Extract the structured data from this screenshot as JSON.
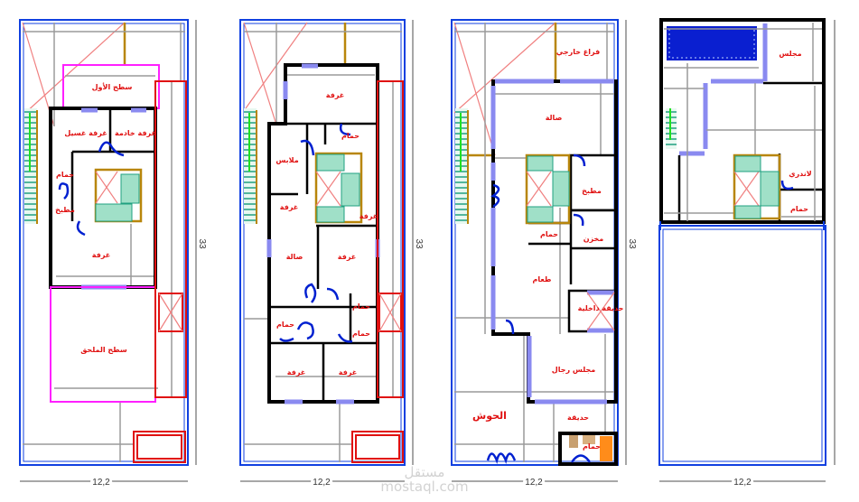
{
  "drawing": {
    "colors": {
      "plot_boundary": "#1040e0",
      "walls": "#000000",
      "room_labels": "#e01010",
      "stairs": "#20a080",
      "doors": "#0020d0",
      "windows": "#8a8af0",
      "annex": "#e01010",
      "roof_outline": "#ff20ff",
      "pool": "#0a1fd0"
    },
    "dimensions": {
      "width": "12,2",
      "depth": "33"
    },
    "plans": [
      {
        "rooms": [
          "سطح الأول",
          "غرفة غسيل",
          "غرفة خادمة",
          "حمام",
          "مطبخ",
          "غرفة",
          "سطح الملحق"
        ]
      },
      {
        "rooms": [
          "غرفة",
          "حمام",
          "ملابس",
          "صالة",
          "غرفة",
          "حمام",
          "غرفة",
          "غرفة",
          "حمام",
          "حمام",
          "غرفة",
          "غرفة"
        ]
      },
      {
        "rooms": [
          "فراغ خارجي",
          "صالة",
          "مطبخ",
          "حمام",
          "مخزن",
          "طعام",
          "حديقة داخلية",
          "مجلس رجال",
          "الحوش",
          "حديقة",
          "حمام"
        ]
      },
      {
        "rooms": [
          "مجلس",
          "لاندري",
          "حمام"
        ]
      }
    ],
    "watermark": {
      "text": "مستقل",
      "sub": "mostaql.com"
    }
  }
}
